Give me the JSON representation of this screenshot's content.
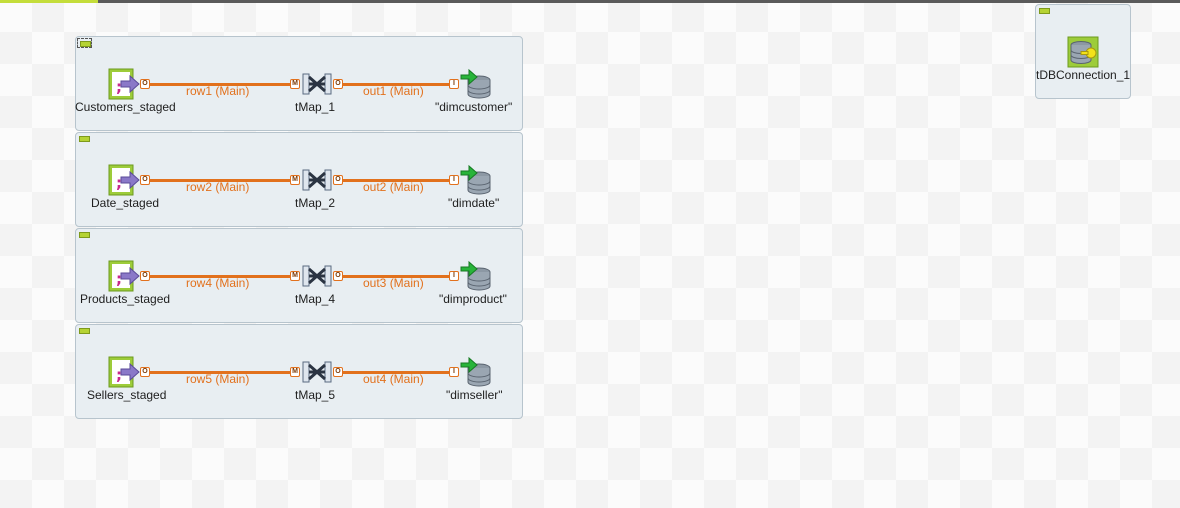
{
  "subjobs": [
    {
      "source": "Customers_staged",
      "row_conn": "row1 (Main)",
      "map": "tMap_1",
      "out_conn": "out1 (Main)",
      "target": "\"dimcustomer\""
    },
    {
      "source": "Date_staged",
      "row_conn": "row2 (Main)",
      "map": "tMap_2",
      "out_conn": "out2 (Main)",
      "target": "\"dimdate\""
    },
    {
      "source": "Products_staged",
      "row_conn": "row4 (Main)",
      "map": "tMap_4",
      "out_conn": "out3 (Main)",
      "target": "\"dimproduct\""
    },
    {
      "source": "Sellers_staged",
      "row_conn": "row5 (Main)",
      "map": "tMap_5",
      "out_conn": "out4 (Main)",
      "target": "\"dimseller\""
    }
  ],
  "connection": {
    "label": "tDBConnection_1"
  },
  "ports": {
    "output": "O",
    "map_input": "M",
    "db_input": "I"
  },
  "icons": {
    "source": "delimited-file-input-icon",
    "map": "tmap-icon",
    "target": "db-output-icon",
    "connection": "db-connection-icon"
  },
  "colors": {
    "connection": "#e2711d",
    "subjob_bg": "#e8eef2",
    "accent": "#b5d334"
  }
}
